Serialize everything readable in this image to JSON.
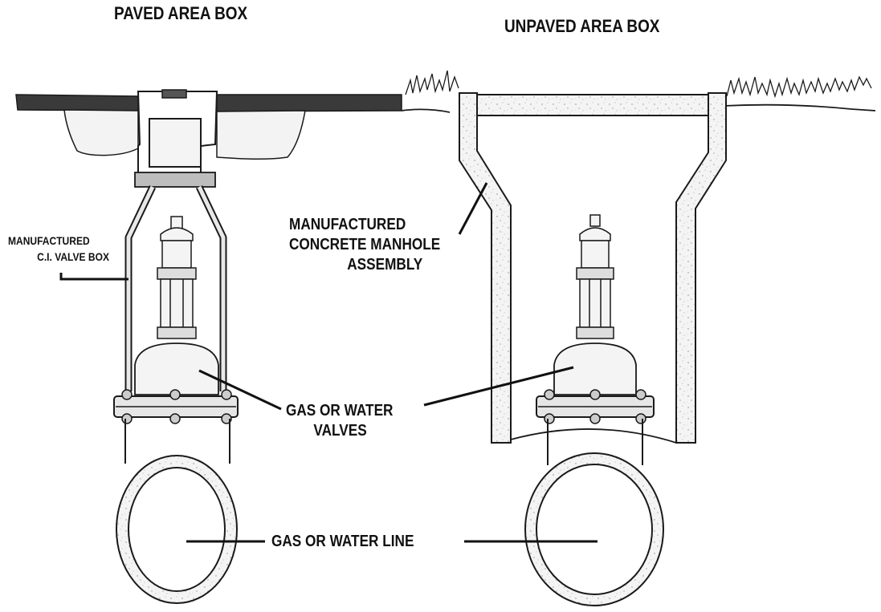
{
  "titles": {
    "paved": "PAVED AREA BOX",
    "unpaved": "UNPAVED AREA BOX"
  },
  "labels": {
    "ci_valve_box_line1": "MANUFACTURED",
    "ci_valve_box_line2": "C.I. VALVE BOX",
    "manhole_line1": "MANUFACTURED",
    "manhole_line2": "CONCRETE MANHOLE",
    "manhole_line3": "ASSEMBLY",
    "valves_line1": "GAS OR WATER",
    "valves_line2": "VALVES",
    "line": "GAS OR WATER LINE"
  },
  "colors": {
    "ink": "#1a1a1a",
    "asphalt": "#3a3a3a",
    "concrete": "#f2f2f2"
  }
}
